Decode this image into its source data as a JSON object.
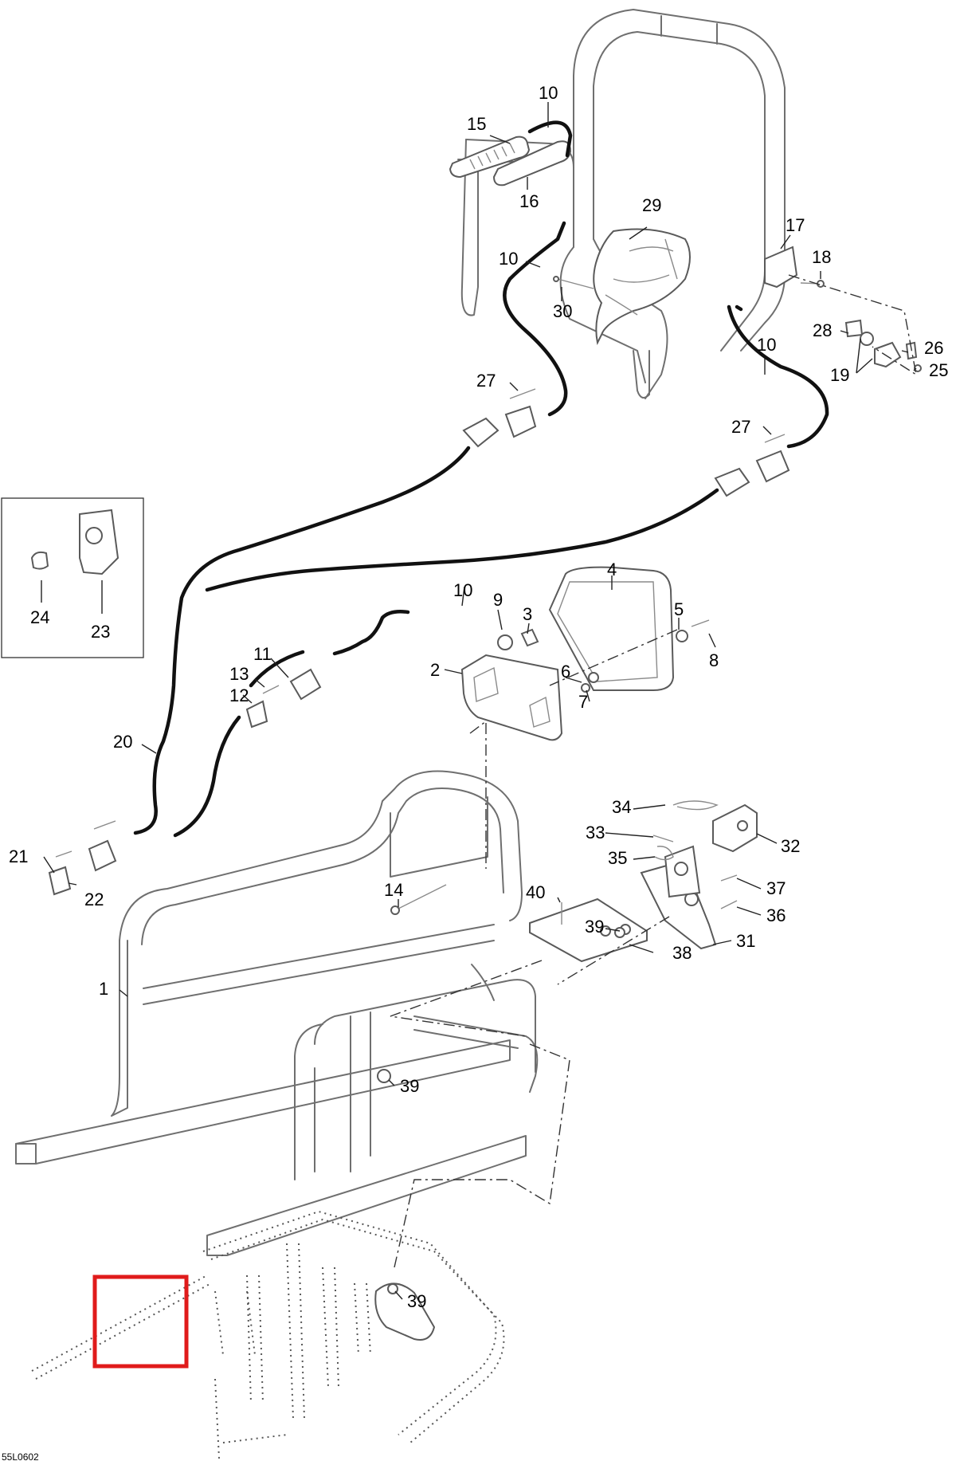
{
  "drawing_code": "55L0602",
  "callouts": [
    {
      "id": "c10a",
      "label": "10"
    },
    {
      "id": "c15",
      "label": "15"
    },
    {
      "id": "c16",
      "label": "16"
    },
    {
      "id": "c29",
      "label": "29"
    },
    {
      "id": "c17",
      "label": "17"
    },
    {
      "id": "c18",
      "label": "18"
    },
    {
      "id": "c10b",
      "label": "10"
    },
    {
      "id": "c30",
      "label": "30"
    },
    {
      "id": "c28",
      "label": "28"
    },
    {
      "id": "c26",
      "label": "26"
    },
    {
      "id": "c10c",
      "label": "10"
    },
    {
      "id": "c19",
      "label": "19"
    },
    {
      "id": "c25",
      "label": "25"
    },
    {
      "id": "c27a",
      "label": "27"
    },
    {
      "id": "c27b",
      "label": "27"
    },
    {
      "id": "c24",
      "label": "24"
    },
    {
      "id": "c23",
      "label": "23"
    },
    {
      "id": "c4",
      "label": "4"
    },
    {
      "id": "c10d",
      "label": "10"
    },
    {
      "id": "c9",
      "label": "9"
    },
    {
      "id": "c3",
      "label": "3"
    },
    {
      "id": "c5",
      "label": "5"
    },
    {
      "id": "c8",
      "label": "8"
    },
    {
      "id": "c11",
      "label": "11"
    },
    {
      "id": "c2",
      "label": "2"
    },
    {
      "id": "c6",
      "label": "6"
    },
    {
      "id": "c13",
      "label": "13"
    },
    {
      "id": "c12",
      "label": "12"
    },
    {
      "id": "c7",
      "label": "7"
    },
    {
      "id": "c20",
      "label": "20"
    },
    {
      "id": "c34",
      "label": "34"
    },
    {
      "id": "c33",
      "label": "33"
    },
    {
      "id": "c32",
      "label": "32"
    },
    {
      "id": "c35",
      "label": "35"
    },
    {
      "id": "c21",
      "label": "21"
    },
    {
      "id": "c22",
      "label": "22"
    },
    {
      "id": "c37",
      "label": "37"
    },
    {
      "id": "c14",
      "label": "14"
    },
    {
      "id": "c40",
      "label": "40"
    },
    {
      "id": "c36",
      "label": "36"
    },
    {
      "id": "c39a",
      "label": "39"
    },
    {
      "id": "c31",
      "label": "31"
    },
    {
      "id": "c38",
      "label": "38"
    },
    {
      "id": "c1",
      "label": "1"
    },
    {
      "id": "c39b",
      "label": "39"
    },
    {
      "id": "c39c",
      "label": "39"
    }
  ],
  "colors": {
    "harness": "#111111",
    "parts": "#6f6f6f",
    "highlight": "#e01b1b"
  }
}
